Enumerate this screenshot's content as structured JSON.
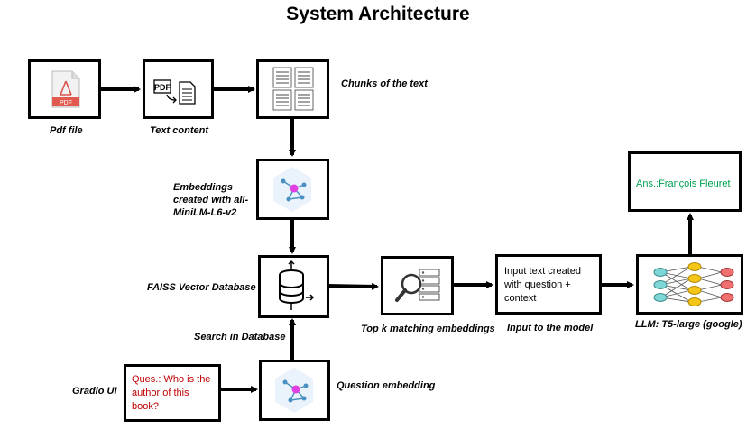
{
  "title": "System Architecture",
  "labels": {
    "pdf": "Pdf file",
    "text": "Text content",
    "chunks": "Chunks of the text",
    "embeddings": "Embeddings created with all-MiniLM-L6-v2",
    "faiss": "FAISS Vector Database",
    "search": "Search in Database",
    "topk": "Top k matching embeddings",
    "model_input": "Input to the model",
    "llm": "LLM: T5-large (google)",
    "gradio": "Gradio UI",
    "qembed": "Question embedding"
  },
  "boxes": {
    "input_text": "Input text created with question + context",
    "question": "Ques.: Who is the author of this book?",
    "answer": "Ans.:François Fleuret"
  },
  "icon_text": {
    "pdf_badge": "PDF"
  },
  "colors": {
    "question": "#c00000",
    "answer": "#00a050"
  }
}
